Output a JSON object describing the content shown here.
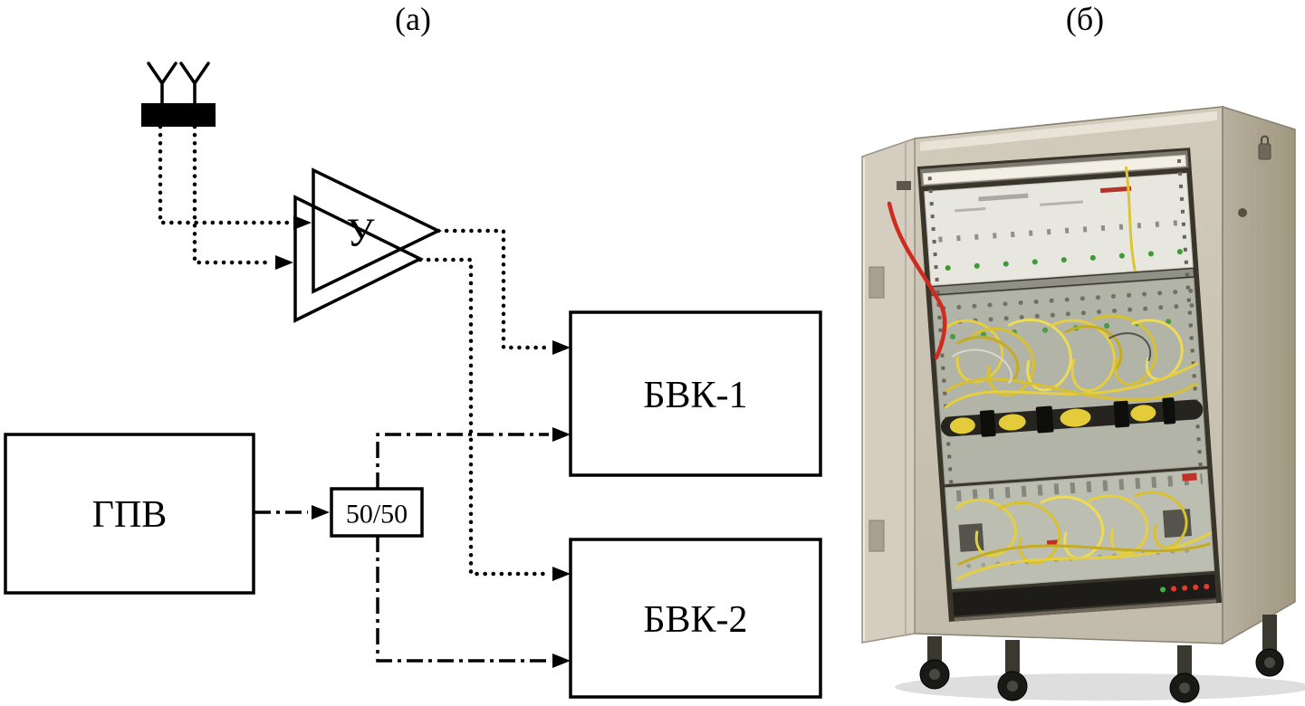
{
  "figure": {
    "panel_a_label": "(а)",
    "panel_b_label": "(б)"
  },
  "diagram": {
    "amplifier_label": "У",
    "generator_label": "ГПВ",
    "splitter_label": "50/50",
    "block1_label": "БВК-1",
    "block2_label": "БВК-2"
  },
  "colors": {
    "diagram_line": "#000000",
    "cabinet_body": "#cac3b3",
    "cabinet_side": "#aca48f",
    "fiber_cable": "#e3cb39",
    "red_cable": "#cf2b20"
  }
}
